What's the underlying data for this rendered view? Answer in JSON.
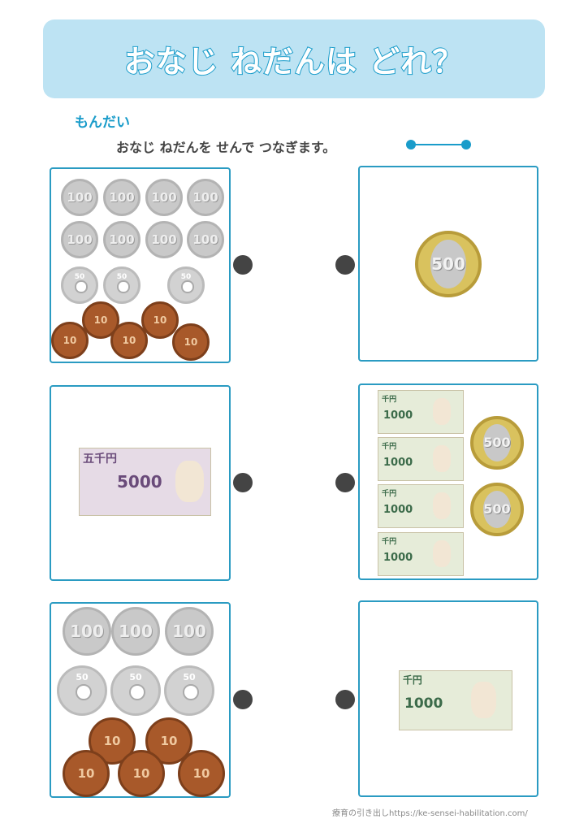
{
  "title": "おなじ ねだんは どれ？",
  "question_label": "もんだい",
  "instruction": "おなじ ねだんを せんで つなぎます。",
  "footer": "療育の引き出しhttps://ke-sensei-habilitation.com/",
  "coins": {
    "c100": "100",
    "c50": "50",
    "c10": "10",
    "c500": "500"
  },
  "bills": {
    "b1000": "1000",
    "b1000_kanji": "千円",
    "b5000": "5000",
    "b5000_kanji": "五千円"
  },
  "colors": {
    "accent": "#1a9cca",
    "banner": "#bde3f3",
    "dot": "#444444"
  }
}
